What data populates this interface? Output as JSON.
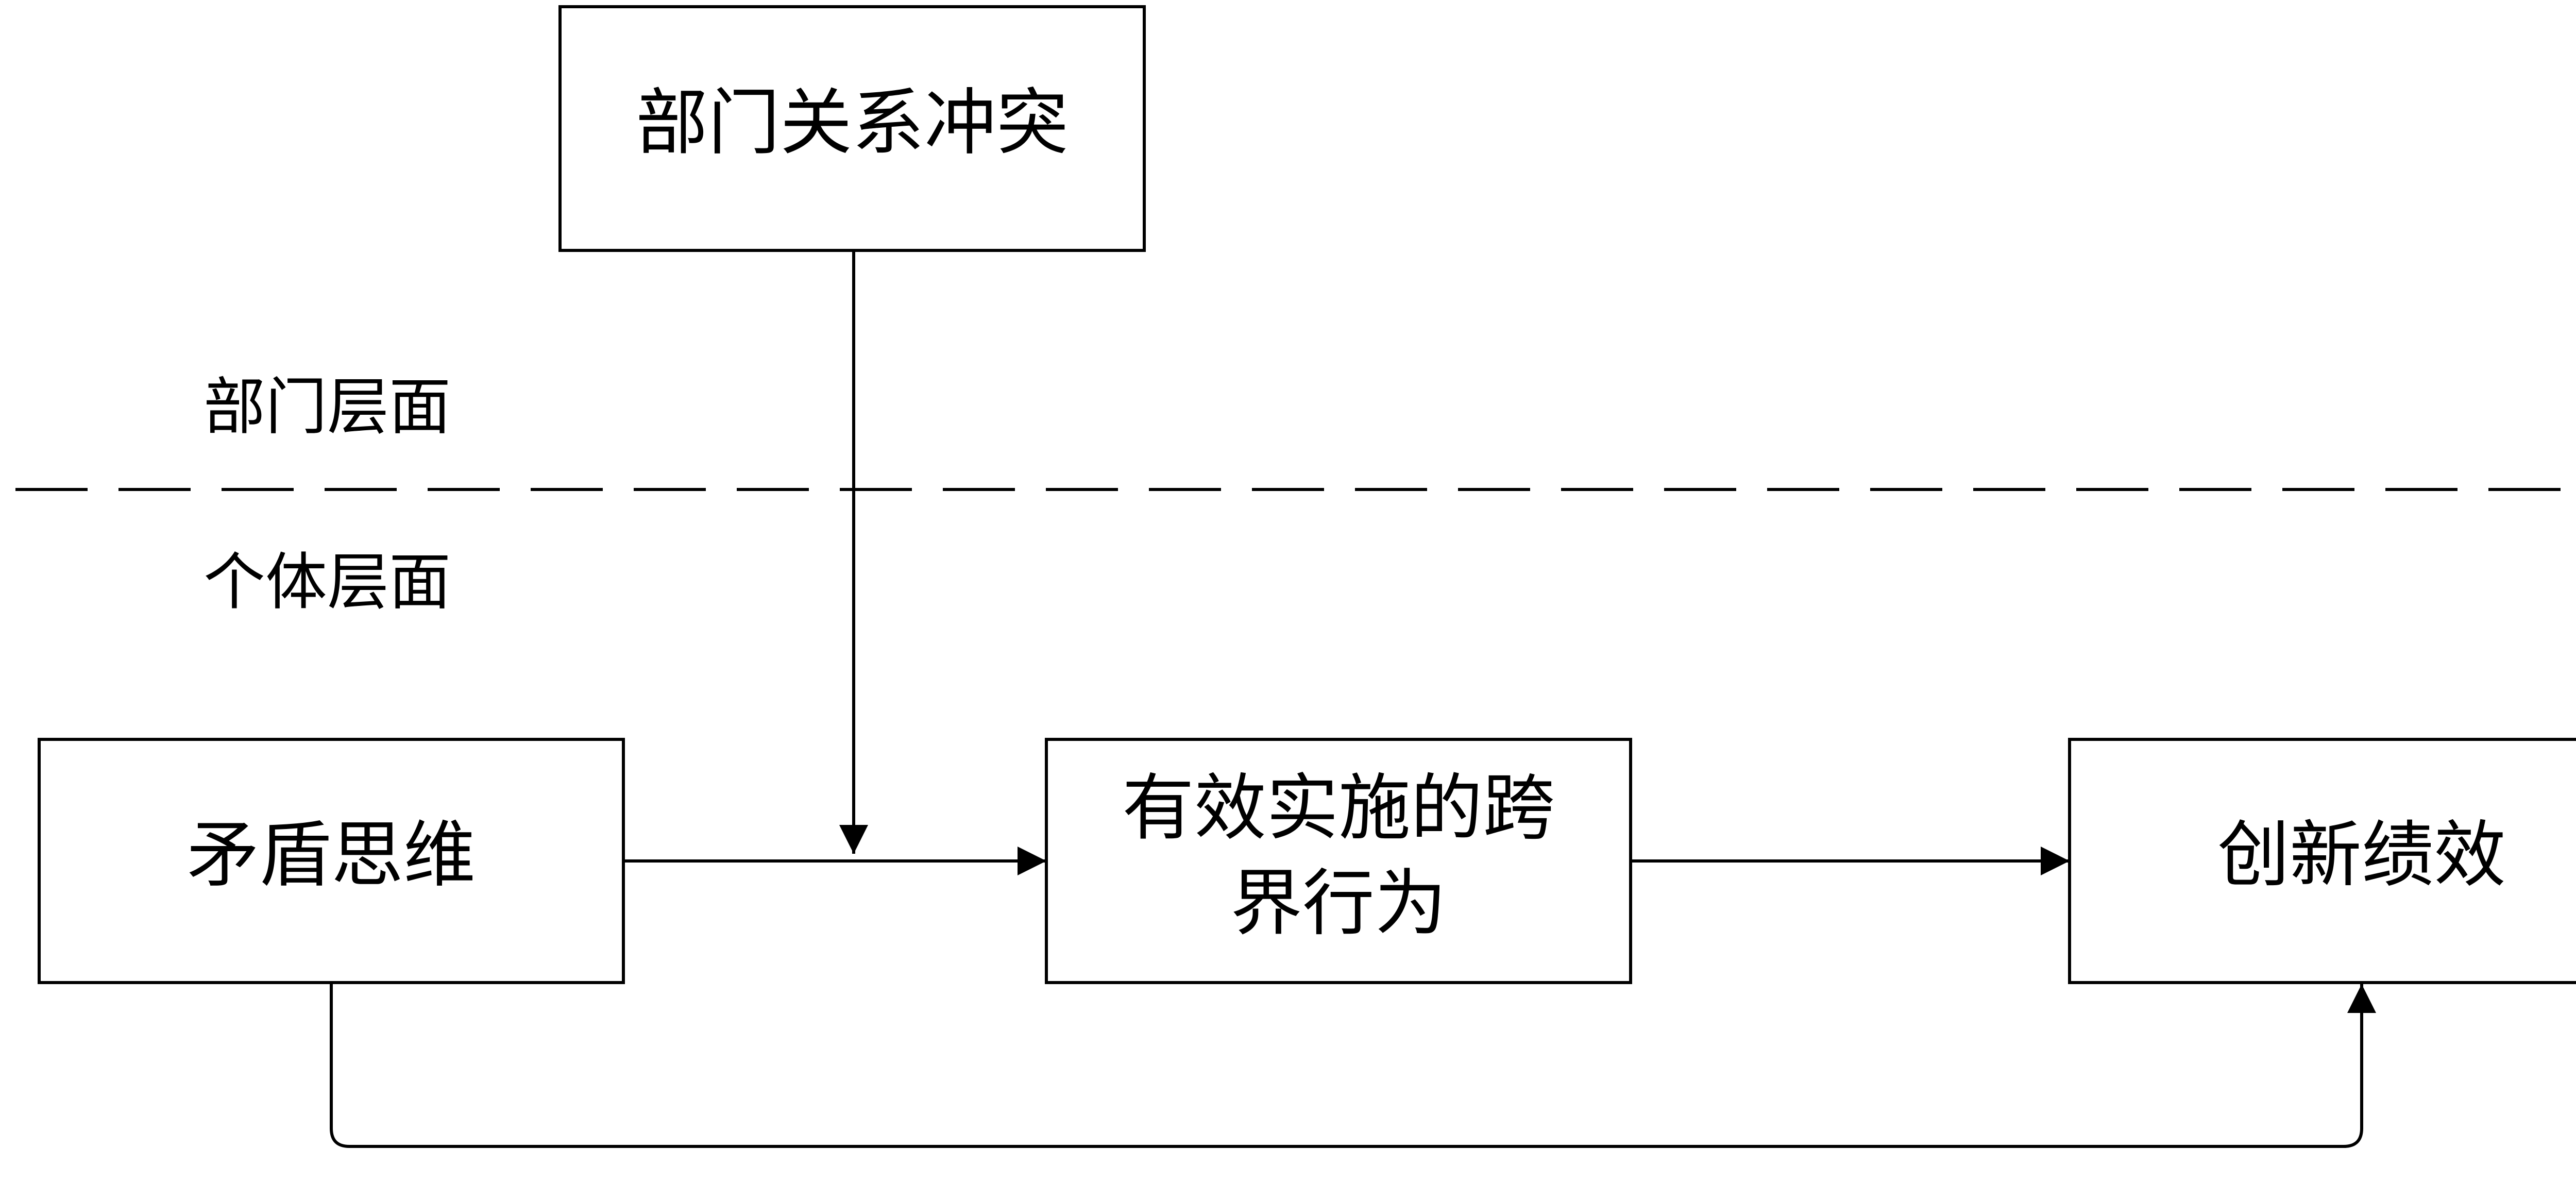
{
  "nodes": {
    "moderator": "部门关系冲突",
    "independent": "矛盾思维",
    "mediator_line1": "有效实施的跨",
    "mediator_line2": "界行为",
    "outcome": "创新绩效"
  },
  "levels": {
    "department": "部门层面",
    "individual": "个体层面"
  }
}
